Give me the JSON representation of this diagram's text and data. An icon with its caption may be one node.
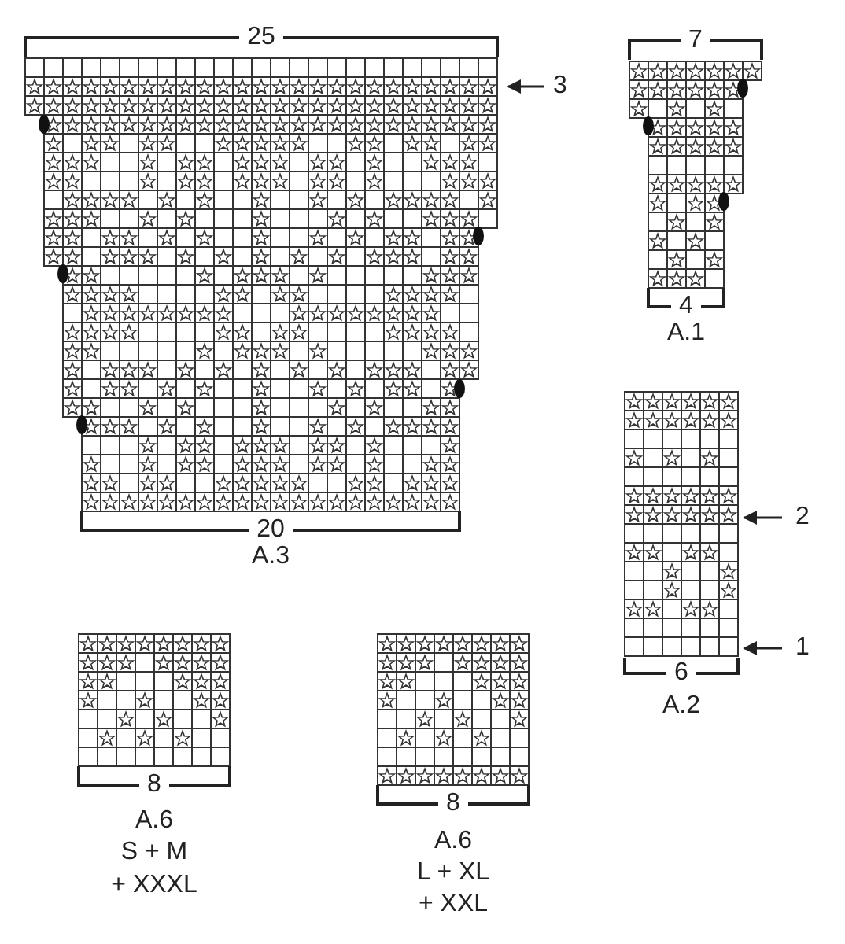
{
  "diagram": {
    "labels": [
      "25",
      "7",
      "3",
      "4",
      "A.1",
      "20",
      "A.3",
      "2",
      "1",
      "6",
      "A.2",
      "8",
      "A.6",
      "S + M",
      "+ XXXL",
      "8",
      "A.6",
      "L + XL",
      "+ XXL"
    ]
  }
}
